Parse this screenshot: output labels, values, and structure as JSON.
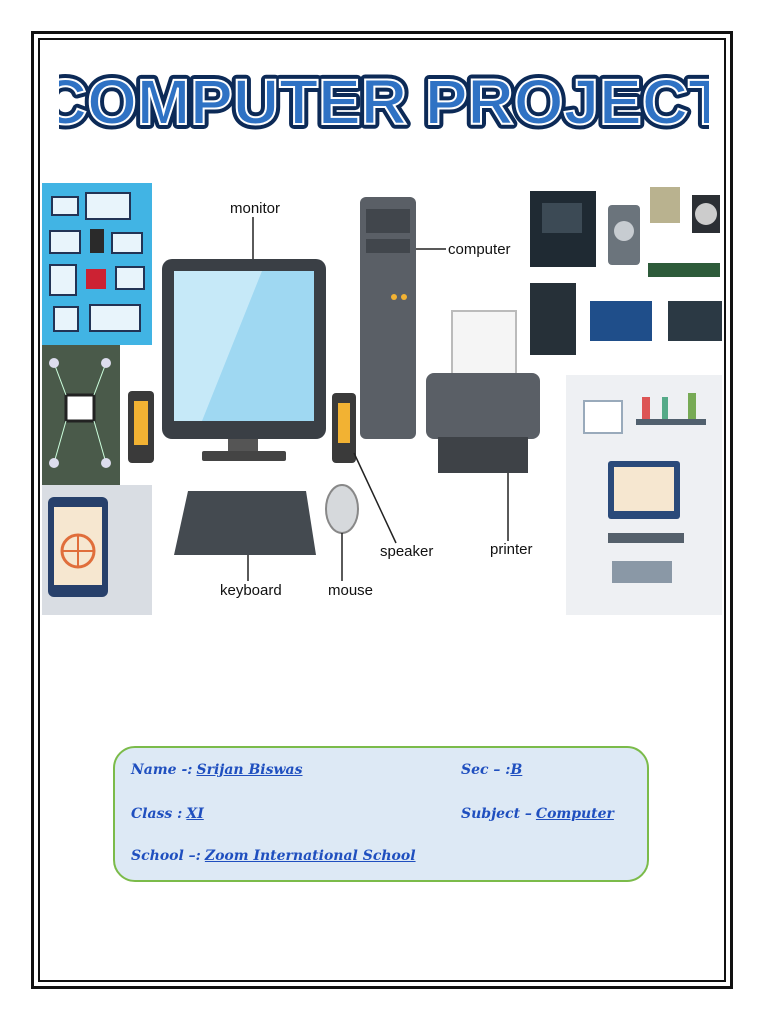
{
  "page": {
    "title": "COMPUTER PROJECT"
  },
  "image": {
    "labels": {
      "monitor": "monitor",
      "computer": "computer",
      "speaker": "speaker",
      "printer": "printer",
      "keyboard": "keyboard",
      "mouse": "mouse"
    }
  },
  "info": {
    "name_label": "Name -:",
    "name_value": "Srijan Biswas",
    "sec_label": "Sec – :",
    "sec_value": "B",
    "class_label": "Class :",
    "class_value": "XI",
    "subject_label": "Subject –",
    "subject_value": "Computer",
    "school_label": "School –:",
    "school_value": "Zoom International School"
  },
  "colors": {
    "title_fill": "#2f72c4",
    "title_stroke": "#0c2a57",
    "info_text": "#1f4fbf",
    "box_bg": "#dde9f5",
    "box_border": "#7bbb4a"
  }
}
